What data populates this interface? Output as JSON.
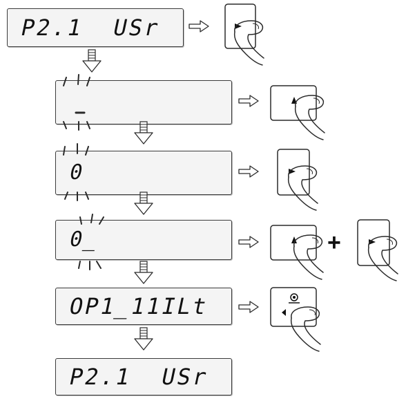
{
  "steps": [
    {
      "display": "P2.1  USr",
      "action": "right-key-press"
    },
    {
      "display": "",
      "action": "up-key-press"
    },
    {
      "display": "0",
      "action": "right-key-press"
    },
    {
      "display": "0_",
      "action": "up-key-plus-right-key-press"
    },
    {
      "display": "OP1_11ILt",
      "action": "enter-key-press"
    },
    {
      "display": "P2.1  USr",
      "action": ""
    }
  ],
  "plus_sign": "+",
  "colors": {
    "line": "#2a2a2a",
    "panel": "#f4f4f4"
  },
  "icons": [
    "outline-arrow-right-icon",
    "outline-arrow-down-icon",
    "finger-press-icon",
    "enter-key-icon"
  ]
}
